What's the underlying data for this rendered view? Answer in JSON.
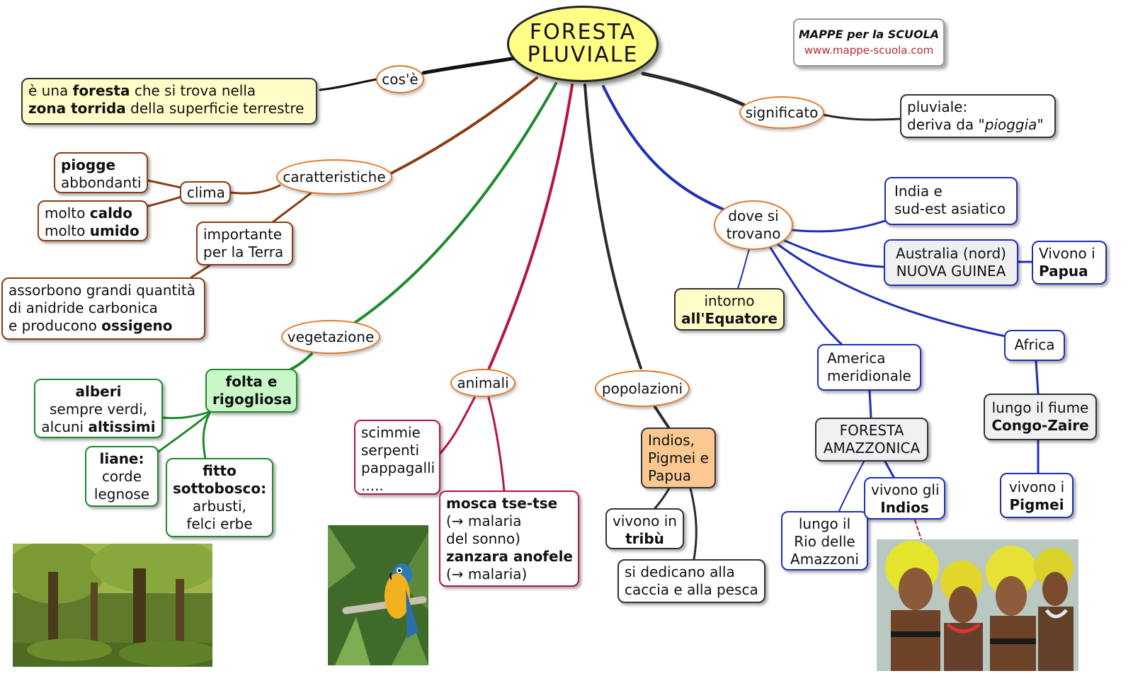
{
  "title": [
    "FORESTA",
    "PLUVIALE"
  ],
  "brand": {
    "name": "MAPPE per la SCUOLA",
    "url": "www.mappe-scuola.com"
  },
  "labels": {
    "cose": "cos'è",
    "significato": "significato",
    "caratteristiche": "caratteristiche",
    "vegetazione": "vegetazione",
    "animali": "animali",
    "popolazioni": "popolazioni",
    "dove_l1": "dove si",
    "dove_l2": "trovano"
  },
  "cose_text": {
    "p1": "è una ",
    "b1": "foresta",
    "p2": " che si trova nella",
    "b2": "zona torrida",
    "p3": " della superficie terrestre"
  },
  "significato_text": {
    "l1": "pluviale:",
    "p1": "deriva da \"",
    "i1": "pioggia",
    "p2": "\""
  },
  "clima": "clima",
  "piogge": {
    "b1": "piogge",
    "l2": "abbondanti"
  },
  "caldo": {
    "p1": "molto ",
    "b1": "caldo",
    "p2": "molto ",
    "b2": "umido"
  },
  "importante": {
    "l1": "importante",
    "l2": "per la Terra"
  },
  "assorbono": {
    "l1": "assorbono grandi quantità",
    "l2": "di anidride carbonica",
    "p3": "e producono ",
    "b3": "ossigeno"
  },
  "folta": {
    "l1": "folta e",
    "l2": "rigogliosa"
  },
  "alberi": {
    "b1": "alberi",
    "l2": "sempre verdi,",
    "p3": "alcuni ",
    "b3": "altissimi"
  },
  "liane": {
    "b1": "liane:",
    "l2": "corde",
    "l3": "legnose"
  },
  "fitto": {
    "b1": "fitto",
    "b2": "sottobosco:",
    "l3": "arbusti,",
    "l4": "felci erbe"
  },
  "scimmie": {
    "l1": "scimmie",
    "l2": "serpenti",
    "l3": "pappagalli",
    "l4": "....."
  },
  "mosca": {
    "b1": "mosca tse-tse",
    "l2": "(→ malaria",
    "l3": "del sonno)",
    "b4": "zanzara anofele",
    "l5": "(→ malaria)"
  },
  "indios_node": {
    "l1": "Indios,",
    "l2": "Pigmei e",
    "l3": "Papua"
  },
  "tribu": {
    "l1": "vivono in",
    "b2": "tribù"
  },
  "caccia": {
    "l1": "si dedicano alla",
    "l2": "caccia e alla pesca"
  },
  "india": {
    "l1": "India e",
    "l2": "sud-est asiatico"
  },
  "australia": {
    "l1": "Australia (nord)",
    "l2": "NUOVA GUINEA"
  },
  "papua": {
    "l1": "Vivono i",
    "b2": "Papua"
  },
  "equatore": {
    "l1": "intorno",
    "b2": "all'Equatore"
  },
  "america": {
    "l1": "America",
    "l2": "meridionale"
  },
  "africa": "Africa",
  "amazzonica": {
    "l1": "FORESTA",
    "l2": "AMAZZONICA"
  },
  "congo": {
    "l1": "lungo il fiume",
    "b2": "Congo-Zaire"
  },
  "rio": {
    "l1": "lungo il",
    "l2": "Rio delle",
    "l3": "Amazzoni"
  },
  "indios": {
    "l1": "vivono gli",
    "b2": "Indios"
  },
  "pigmei": {
    "l1": "vivono i",
    "b2": "Pigmei"
  },
  "colors": {
    "brown": "#8a3d12",
    "green": "#1f8a2e",
    "red": "#b5163f",
    "dark": "#2b2b2b",
    "blue": "#1f2fb8",
    "oval_border": "#e07a2a",
    "title_fill": "#ffff85"
  },
  "images": [
    "forest-photo",
    "parrot-photo",
    "indigenous-people-photo"
  ]
}
